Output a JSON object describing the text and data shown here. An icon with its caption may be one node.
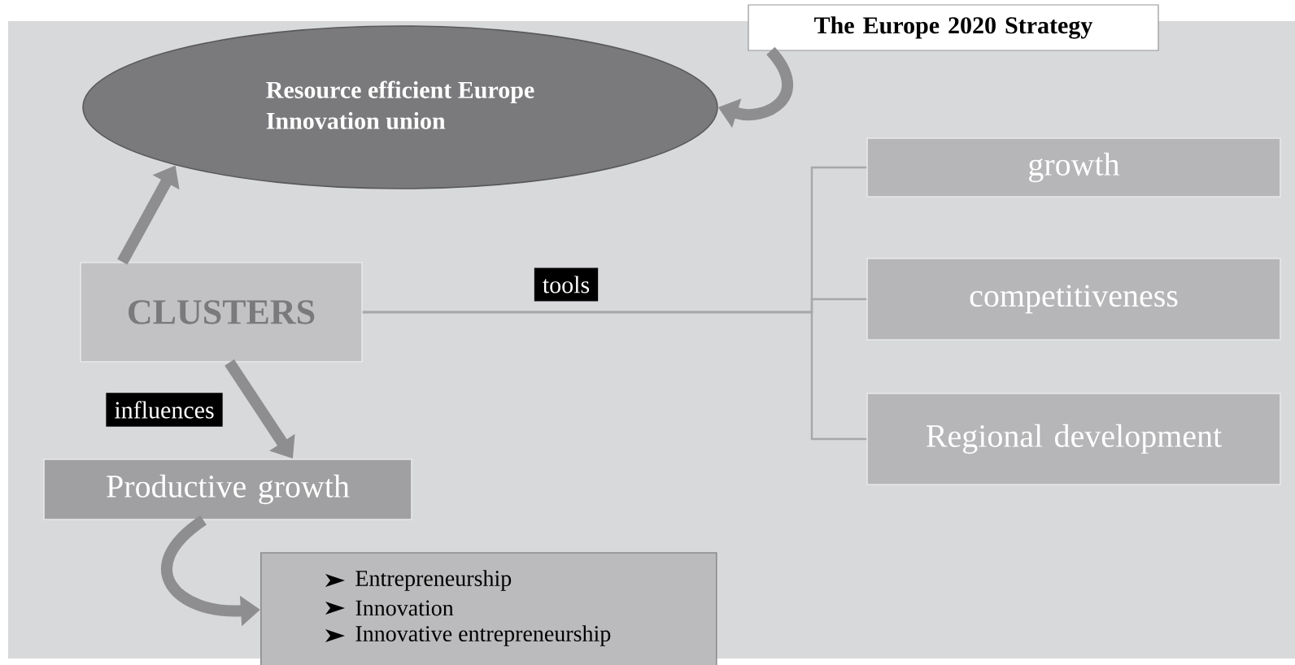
{
  "diagram": {
    "nodes": [
      {
        "text": [
          "Resource efficient Europe",
          "Innovation union"
        ]
      },
      {
        "text": [
          "The Europe 2020 Strategy"
        ]
      },
      {
        "text": [
          "CLUSTERS"
        ]
      },
      {
        "text": [
          "growth"
        ]
      },
      {
        "text": [
          "competitiveness"
        ]
      },
      {
        "text": [
          "Regional development"
        ]
      },
      {
        "text": [
          "Productive growth"
        ]
      },
      {
        "text": [
          "Entrepreneurship",
          "Innovation",
          "Innovative entrepreneurship"
        ]
      }
    ],
    "edges": [
      {
        "from": 2,
        "to": 0,
        "arrow": "to"
      },
      {
        "from": 1,
        "to": 0,
        "arrow": "to"
      },
      {
        "from": 2,
        "to": 3,
        "arrow": "none"
      },
      {
        "from": 2,
        "to": 4,
        "arrow": "none",
        "label": "tools"
      },
      {
        "from": 2,
        "to": 5,
        "arrow": "none"
      },
      {
        "from": 2,
        "to": 6,
        "arrow": "to",
        "label": "influences"
      },
      {
        "from": 6,
        "to": 7,
        "arrow": "to"
      }
    ]
  }
}
